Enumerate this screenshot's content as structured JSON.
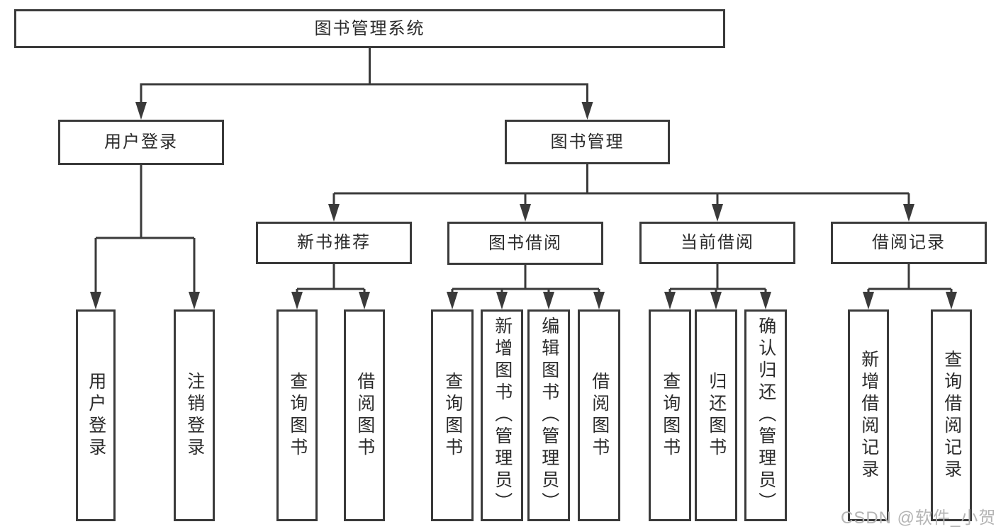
{
  "tree": {
    "root": {
      "label": "图书管理系统",
      "children": [
        {
          "label": "用户登录",
          "children": [
            {
              "label": "用户登录"
            },
            {
              "label": "注销登录"
            }
          ]
        },
        {
          "label": "图书管理",
          "children": [
            {
              "label": "新书推荐",
              "children": [
                {
                  "label": "查询图书"
                },
                {
                  "label": "借阅图书"
                }
              ]
            },
            {
              "label": "图书借阅",
              "children": [
                {
                  "label": "查询图书"
                },
                {
                  "label": "新增图书（管理员）"
                },
                {
                  "label": "编辑图书（管理员）"
                },
                {
                  "label": "借阅图书"
                }
              ]
            },
            {
              "label": "当前借阅",
              "children": [
                {
                  "label": "查询图书"
                },
                {
                  "label": "归还图书"
                },
                {
                  "label": "确认归还（管理员）"
                }
              ]
            },
            {
              "label": "借阅记录",
              "children": [
                {
                  "label": "新增借阅记录"
                },
                {
                  "label": "查询借阅记录"
                }
              ]
            }
          ]
        }
      ]
    }
  },
  "watermark": {
    "text": "CSDN @软件_小贺同学",
    "color": "#b5b5b5"
  },
  "colors": {
    "line": "#3a3a3a",
    "box_border": "#3a3a3a",
    "text": "#2b2b2b",
    "background": "#ffffff"
  }
}
